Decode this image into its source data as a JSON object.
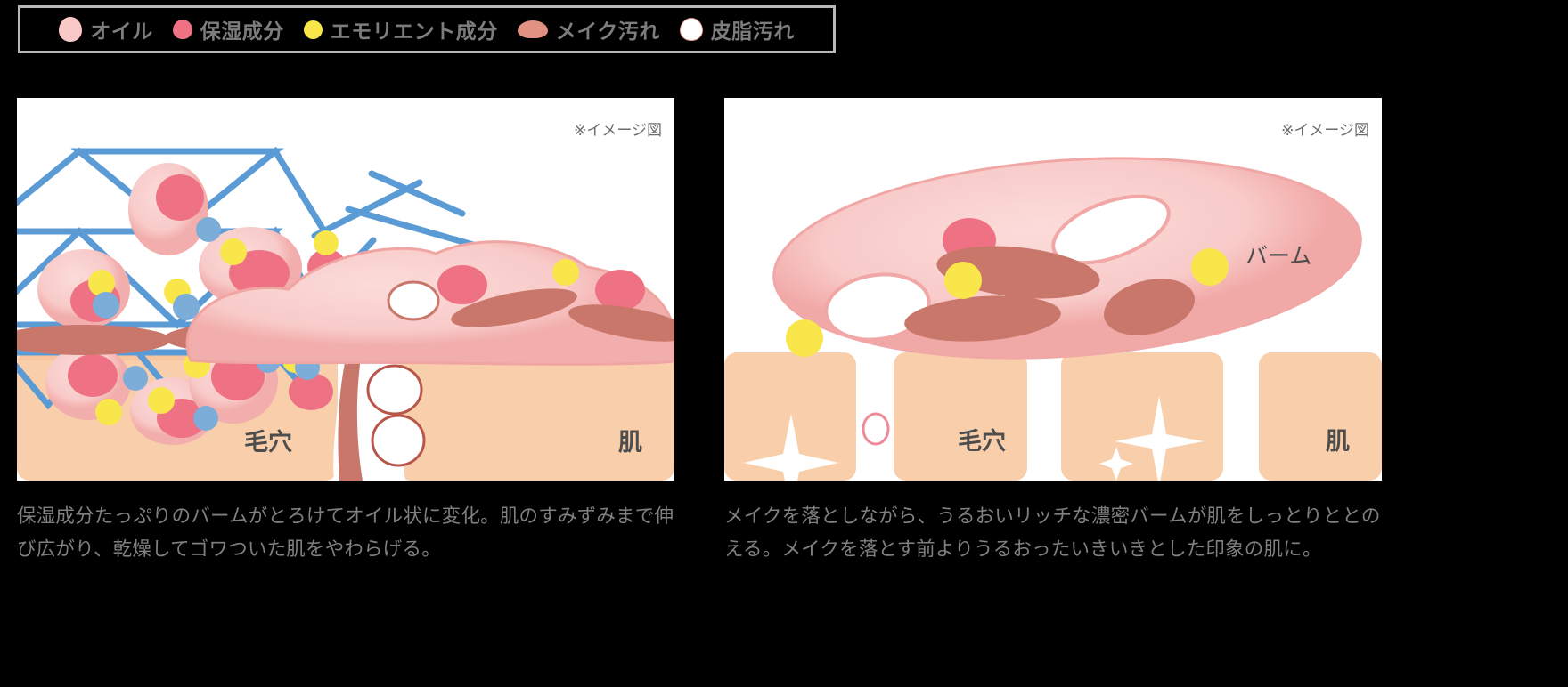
{
  "legend": {
    "items": [
      {
        "label": "オイル",
        "color": "#f9c9c7",
        "icon": "oil-blob-swatch",
        "w": 26,
        "h": 28
      },
      {
        "label": "保湿成分",
        "color": "#ef7284",
        "icon": "moisture-blob-swatch",
        "w": 22,
        "h": 22
      },
      {
        "label": "エモリエント成分",
        "color": "#f9e64a",
        "icon": "emollient-blob-swatch",
        "w": 21,
        "h": 21
      },
      {
        "label": "メイク汚れ",
        "color": "#e29282",
        "icon": "makeup-dirt-blob-swatch",
        "w": 34,
        "h": 20
      },
      {
        "label": "皮脂汚れ",
        "color": "#ffffff",
        "icon": "sebum-dirt-blob-swatch",
        "w": 24,
        "h": 24
      }
    ],
    "border_color": "#b9b9b9",
    "text_color": "#7d7d7d"
  },
  "panels": [
    {
      "id": "before",
      "note": "※イメージ図",
      "labels": {
        "pore": "毛穴",
        "skin": "肌"
      },
      "caption": "保湿成分たっぷりのバームがとろけてオイル状に変化。肌のすみずみまで伸び広がり、乾燥してゴワついた肌をやわらげる。"
    },
    {
      "id": "after",
      "note": "※イメージ図",
      "labels": {
        "pore": "毛穴",
        "skin": "肌",
        "balm": "バーム"
      },
      "caption": "メイクを落としながら、うるおいリッチな濃密バームが肌をしっとりととのえる。メイクを落とす前よりうるおったいきいきとした印象の肌に。"
    }
  ],
  "colors": {
    "background": "#000000",
    "panel_background": "#ffffff",
    "skin": "#f9cfab",
    "skin_edge": "#f6bc92",
    "oil_pink": "#f9cfcd",
    "oil_pink_edge": "#f3b0ae",
    "moisture_red": "#ef7284",
    "emollient_yellow": "#f9e64a",
    "makeup_brown": "#c9776a",
    "lattice_blue": "#5b9bd5",
    "sebum_white": "#ffffff",
    "caption_text": "#808080",
    "label_text": "#4d4d4d",
    "note_text": "#6e6e6e"
  }
}
